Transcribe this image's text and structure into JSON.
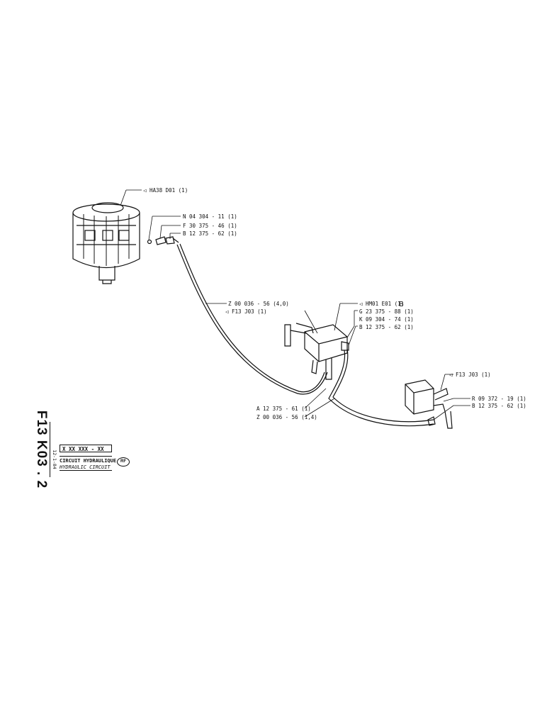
{
  "labels": {
    "motor": "◁ HA38 D01 (1)",
    "n04": "N 04 304 - 11 (1)",
    "f30": "F 30 375 - 46 (1)",
    "b12a": "B 12 375 - 62 (1)",
    "hose1": "Z 00 036 - 56 (4,0)",
    "f13a": "◁ F13 J03 (1)",
    "hm01": "◁ HM01 E01 (1)",
    "hm01_suffix": "B",
    "g23": "G 23 375 - 88 (1)",
    "k09": "K 09 304 - 74 (1)",
    "b12b": "B 12 375 - 62 (1)",
    "a12": "A 12 375 - 61 (1)",
    "hose2": "Z 00 036 - 56 (1,4)",
    "f13b": "◁ F13 J03 (1)",
    "r09": "R 09 372 - 19 (1)",
    "b12c": "B 12 375 - 62 (1)"
  },
  "title_block": {
    "drawing_number": "F13  K03 . 2",
    "date": "12-1-84",
    "code": "X  XX  XXX - XX",
    "title_fr": "CIRCUIT HYDRAULIQUE",
    "title_en": "HYDRAULIC CIRCUIT",
    "badge": "RF"
  }
}
